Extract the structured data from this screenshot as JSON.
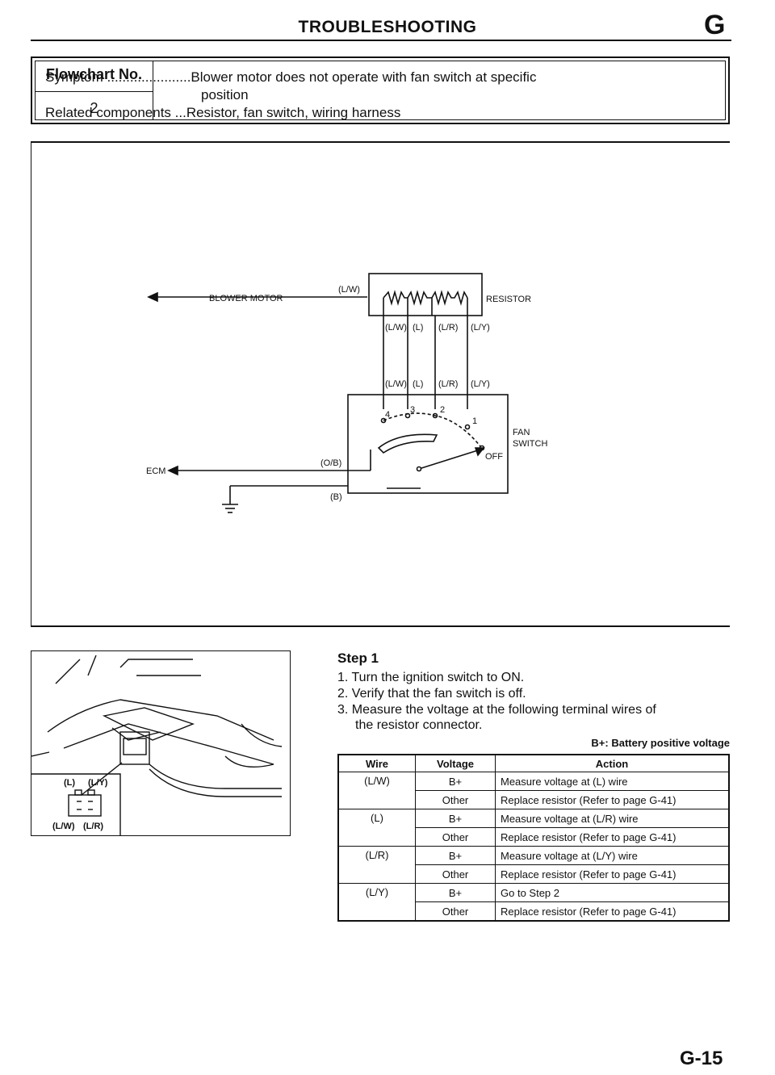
{
  "header": {
    "title": "TROUBLESHOOTING",
    "section_letter": "G"
  },
  "flowchart": {
    "no_label": "Flowchart No.",
    "no_value": "2",
    "symptom_line": "Symptom ......................Blower motor does not operate with fan switch at specific",
    "symptom_cont": "position",
    "related_line": "Related components ...Resistor, fan switch, wiring harness"
  },
  "diagram": {
    "blower_motor": "BLOWER MOTOR",
    "resistor": "RESISTOR",
    "fan_switch_1": "FAN",
    "fan_switch_2": "SWITCH",
    "ecm": "ECM",
    "off": "OFF",
    "wire_lw_top": "(L/W)",
    "wires_mid": [
      "(L/W)",
      "(L)",
      "(L/R)",
      "(L/Y)"
    ],
    "wires_low": [
      "(L/W)",
      "(L)",
      "(L/R)",
      "(L/Y)"
    ],
    "wire_ob": "(O/B)",
    "wire_b": "(B)",
    "switch_positions": [
      "4",
      "3",
      "2",
      "1"
    ]
  },
  "connector": {
    "labels": [
      "(L)",
      "(L/Y)",
      "(L/W)",
      "(L/R)"
    ]
  },
  "step": {
    "title": "Step 1",
    "items": [
      "1. Turn the ignition switch to ON.",
      "2. Verify that the fan switch is off.",
      "3. Measure the voltage at the following terminal wires of",
      "the resistor connector."
    ],
    "note": "B+: Battery positive voltage"
  },
  "table": {
    "headers": [
      "Wire",
      "Voltage",
      "Action"
    ],
    "rows": [
      {
        "wire": "(L/W)",
        "voltage": "B+",
        "action": "Measure voltage at (L) wire"
      },
      {
        "wire": "",
        "voltage": "Other",
        "action": "Replace resistor (Refer to page G-41)"
      },
      {
        "wire": "(L)",
        "voltage": "B+",
        "action": "Measure voltage at (L/R) wire"
      },
      {
        "wire": "",
        "voltage": "Other",
        "action": "Replace resistor (Refer to page G-41)"
      },
      {
        "wire": "(L/R)",
        "voltage": "B+",
        "action": "Measure voltage at (L/Y) wire"
      },
      {
        "wire": "",
        "voltage": "Other",
        "action": "Replace resistor (Refer to page G-41)"
      },
      {
        "wire": "(L/Y)",
        "voltage": "B+",
        "action": "Go to Step 2"
      },
      {
        "wire": "",
        "voltage": "Other",
        "action": "Replace resistor (Refer to page G-41)"
      }
    ]
  },
  "page_number": "G-15"
}
